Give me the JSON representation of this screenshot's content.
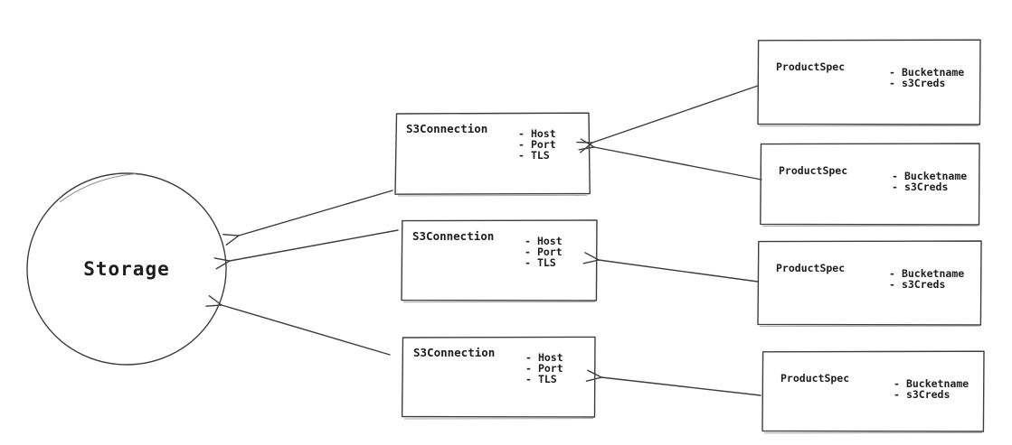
{
  "diagram": {
    "background": "#ffffff",
    "stroke_color": "#3d3d3d",
    "sketch_shadow_color": "#a8a8a8",
    "text_color": "#1d1d1d",
    "bullet": "-",
    "storage": {
      "label": "Storage"
    },
    "s3_connections": [
      {
        "title": "S3Connection",
        "attributes": [
          "Host",
          "Port",
          "TLS"
        ]
      },
      {
        "title": "S3Connection",
        "attributes": [
          "Host",
          "Port",
          "TLS"
        ]
      },
      {
        "title": "S3Connection",
        "attributes": [
          "Host",
          "Port",
          "TLS"
        ]
      }
    ],
    "product_specs": [
      {
        "title": "ProductSpec",
        "attributes": [
          "Bucketname",
          "s3Creds"
        ]
      },
      {
        "title": "ProductSpec",
        "attributes": [
          "Bucketname",
          "s3Creds"
        ]
      },
      {
        "title": "ProductSpec",
        "attributes": [
          "Bucketname",
          "s3Creds"
        ]
      },
      {
        "title": "ProductSpec",
        "attributes": [
          "Bucketname",
          "s3Creds"
        ]
      }
    ]
  }
}
